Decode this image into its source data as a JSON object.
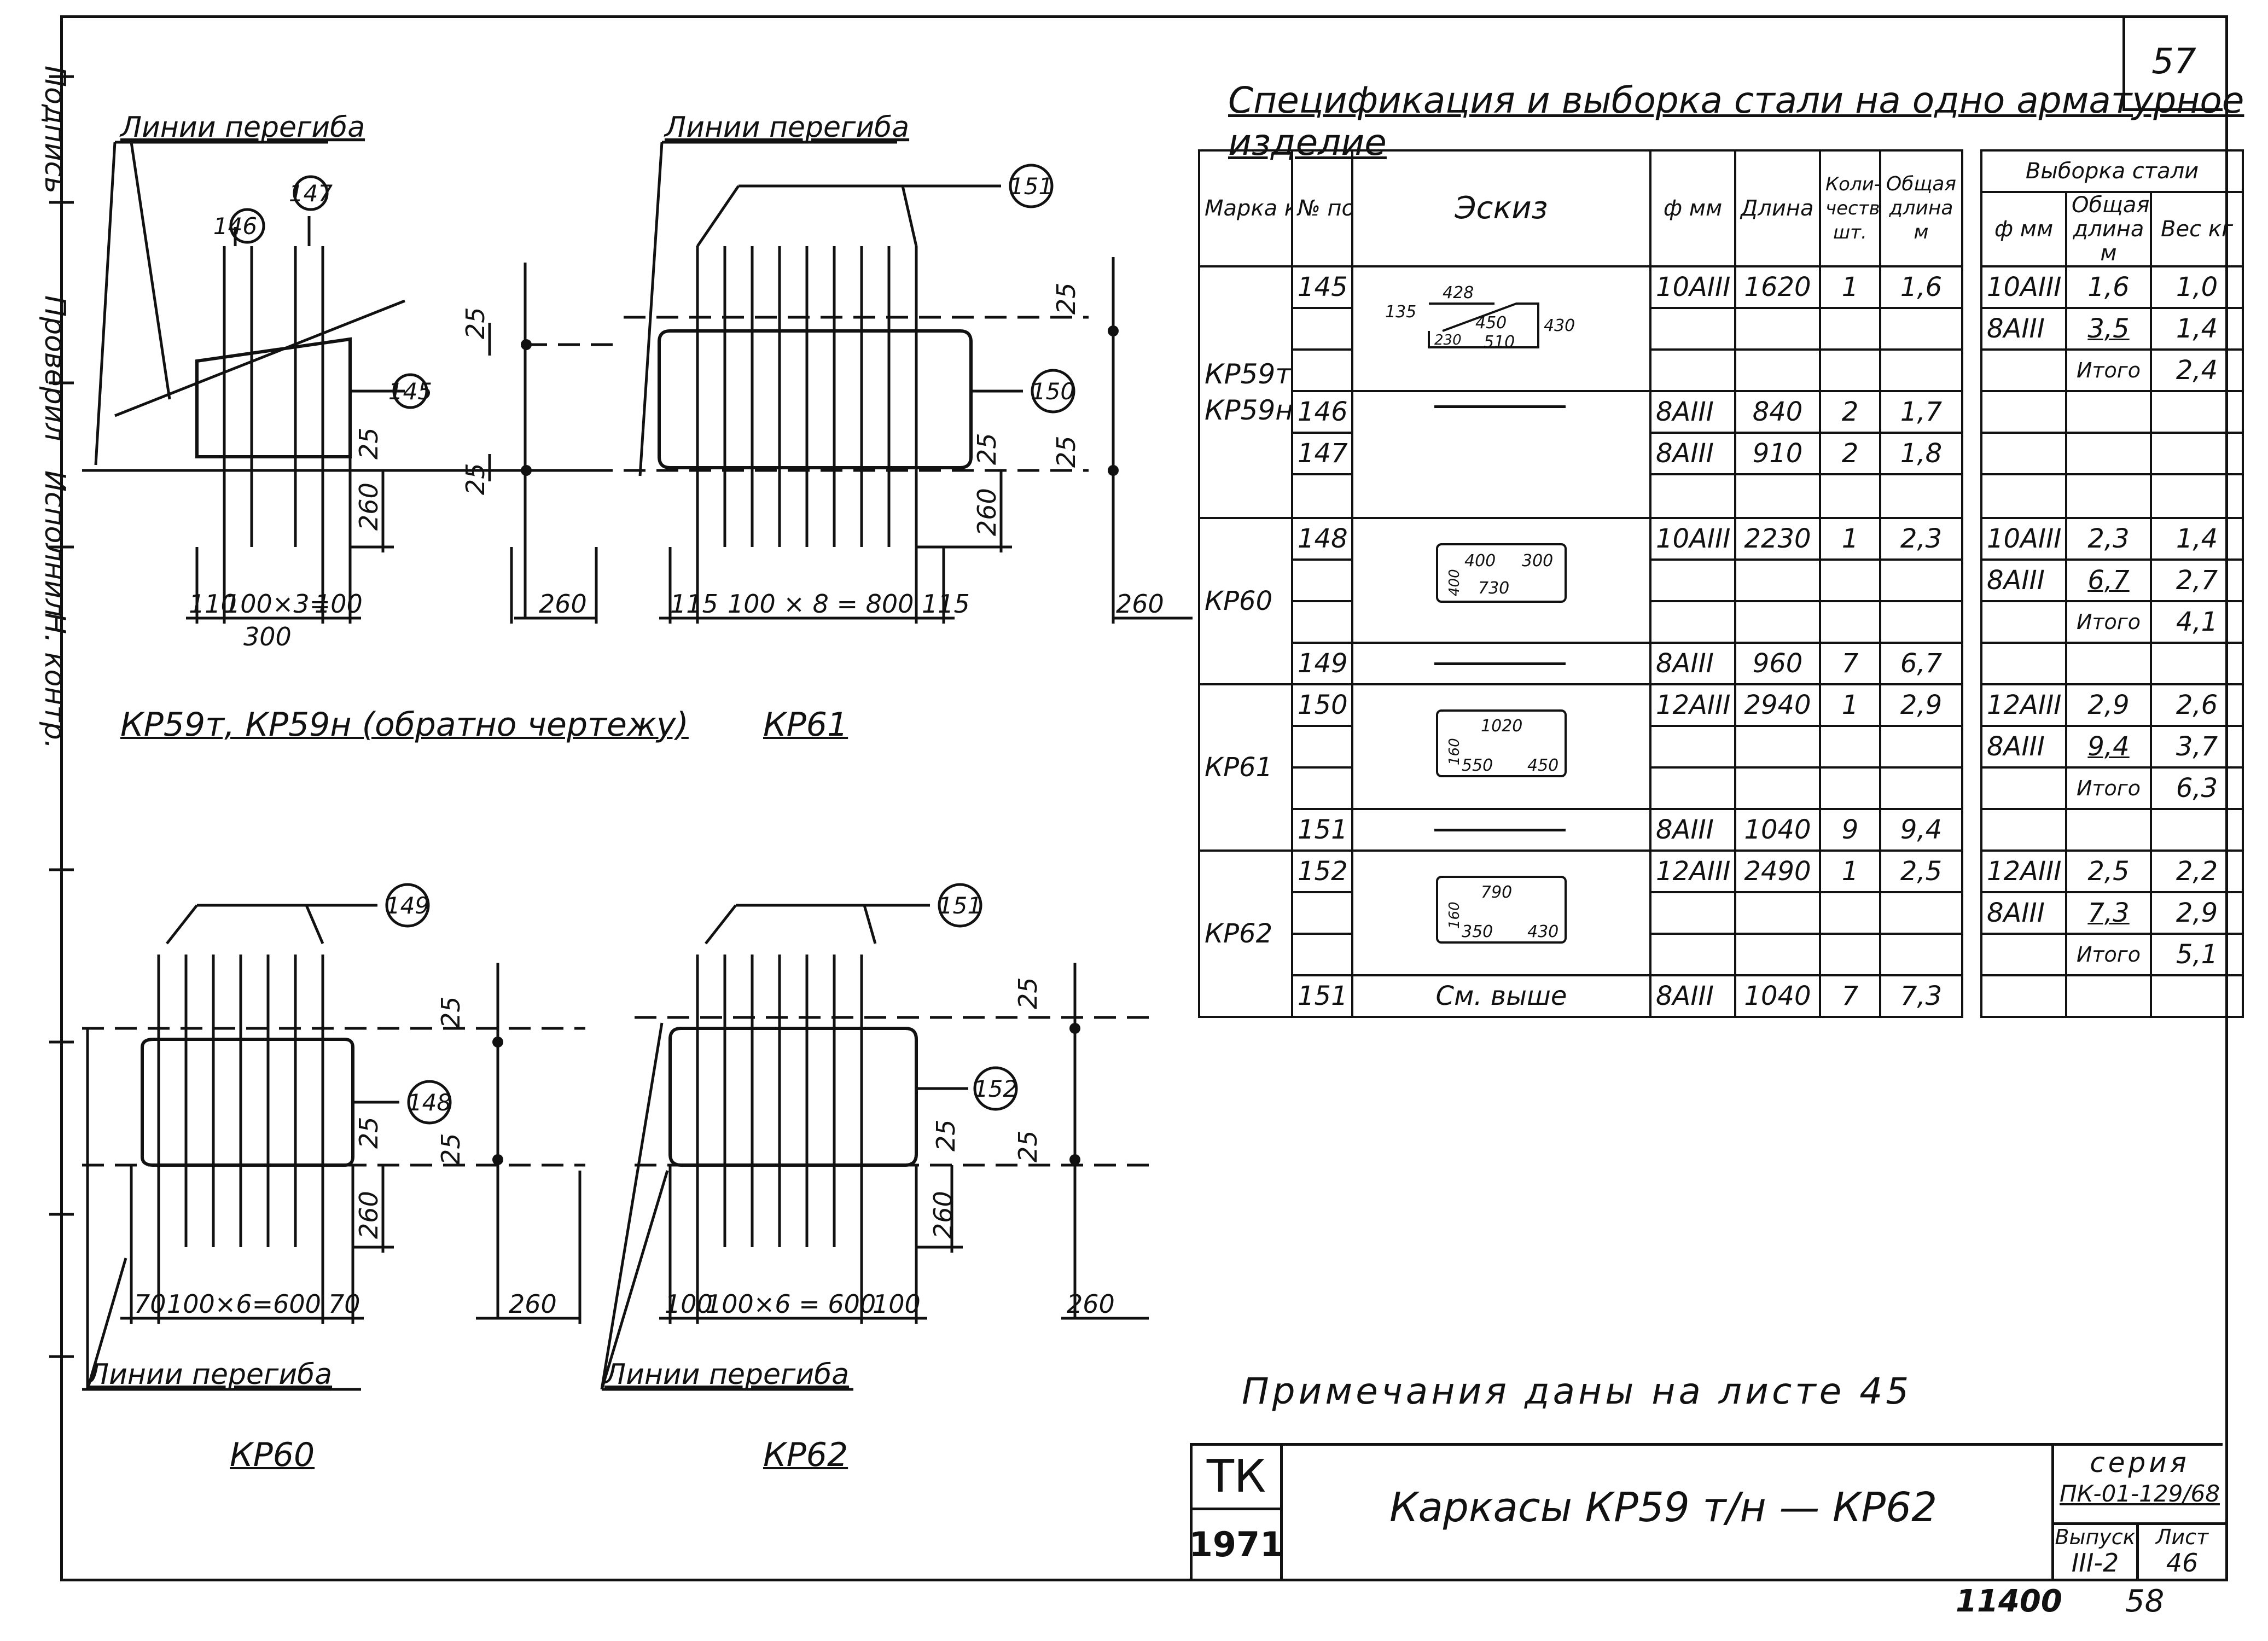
{
  "side_strip": {
    "labels": [
      "Подпись",
      "Проверил",
      "Исполнил",
      "Н. контр."
    ]
  },
  "page_number": "57",
  "spec": {
    "title": "Спецификация и выборка стали на одно арматурное изделие",
    "headers": {
      "mark": "Марка каркаса",
      "pos": "№ поз.",
      "sketch": "Эскиз",
      "dia": "ф мм",
      "length": "Длина мм",
      "qty": "Коли- чество шт.",
      "total_len": "Общая длина м",
      "selection": "Выборка стали",
      "sel_dia": "ф мм",
      "sel_total": "Общая длина м",
      "sel_weight": "Вес кг"
    },
    "groups": [
      {
        "mark": "КР59т КР59н",
        "rows": [
          {
            "pos": "145",
            "sketch": "shape145",
            "dia": "10AIII",
            "len": "1620",
            "qty": "1",
            "total": "1,6",
            "sdia": "10AIII",
            "stot": "1,6",
            "sw": "1,0"
          },
          {
            "pos": "",
            "sketch": "",
            "dia": "",
            "len": "",
            "qty": "",
            "total": "",
            "sdia": "8AIII",
            "stot": "3,5",
            "sw": "1,4"
          },
          {
            "pos": "",
            "sketch": "",
            "dia": "",
            "len": "",
            "qty": "",
            "total": "",
            "sdia": "",
            "stot": "Итого",
            "sw": "2,4"
          },
          {
            "pos": "146",
            "sketch": "line",
            "dia": "8AIII",
            "len": "840",
            "qty": "2",
            "total": "1,7",
            "sdia": "",
            "stot": "",
            "sw": ""
          },
          {
            "pos": "147",
            "sketch": "",
            "dia": "8AIII",
            "len": "910",
            "qty": "2",
            "total": "1,8",
            "sdia": "",
            "stot": "",
            "sw": ""
          },
          {
            "pos": "",
            "sketch": "",
            "dia": "",
            "len": "",
            "qty": "",
            "total": "",
            "sdia": "",
            "stot": "",
            "sw": ""
          }
        ]
      },
      {
        "mark": "КР60",
        "rows": [
          {
            "pos": "148",
            "sketch": "rect148",
            "dia": "10AIII",
            "len": "2230",
            "qty": "1",
            "total": "2,3",
            "sdia": "10AIII",
            "stot": "2,3",
            "sw": "1,4"
          },
          {
            "pos": "",
            "sketch": "",
            "dia": "",
            "len": "",
            "qty": "",
            "total": "",
            "sdia": "8AIII",
            "stot": "6,7",
            "sw": "2,7"
          },
          {
            "pos": "",
            "sketch": "",
            "dia": "",
            "len": "",
            "qty": "",
            "total": "",
            "sdia": "",
            "stot": "Итого",
            "sw": "4,1"
          },
          {
            "pos": "149",
            "sketch": "line",
            "dia": "8AIII",
            "len": "960",
            "qty": "7",
            "total": "6,7",
            "sdia": "",
            "stot": "",
            "sw": ""
          }
        ]
      },
      {
        "mark": "КР61",
        "rows": [
          {
            "pos": "150",
            "sketch": "rect150",
            "dia": "12AIII",
            "len": "2940",
            "qty": "1",
            "total": "2,9",
            "sdia": "12AIII",
            "stot": "2,9",
            "sw": "2,6"
          },
          {
            "pos": "",
            "sketch": "",
            "dia": "",
            "len": "",
            "qty": "",
            "total": "",
            "sdia": "8AIII",
            "stot": "9,4",
            "sw": "3,7"
          },
          {
            "pos": "",
            "sketch": "",
            "dia": "",
            "len": "",
            "qty": "",
            "total": "",
            "sdia": "",
            "stot": "Итого",
            "sw": "6,3"
          },
          {
            "pos": "151",
            "sketch": "line",
            "dia": "8AIII",
            "len": "1040",
            "qty": "9",
            "total": "9,4",
            "sdia": "",
            "stot": "",
            "sw": ""
          }
        ]
      },
      {
        "mark": "КР62",
        "rows": [
          {
            "pos": "152",
            "sketch": "rect152",
            "dia": "12AIII",
            "len": "2490",
            "qty": "1",
            "total": "2,5",
            "sdia": "12AIII",
            "stot": "2,5",
            "sw": "2,2"
          },
          {
            "pos": "",
            "sketch": "",
            "dia": "",
            "len": "",
            "qty": "",
            "total": "",
            "sdia": "8AIII",
            "stot": "7,3",
            "sw": "2,9"
          },
          {
            "pos": "",
            "sketch": "",
            "dia": "",
            "len": "",
            "qty": "",
            "total": "",
            "sdia": "",
            "stot": "Итого",
            "sw": "5,1"
          },
          {
            "pos": "151",
            "sketch": "text",
            "dia": "8AIII",
            "len": "1040",
            "qty": "7",
            "total": "7,3",
            "sdia": "",
            "stot": "",
            "sw": ""
          }
        ]
      }
    ],
    "sketch_text_151": "См. выше",
    "sketch145": {
      "a": "428",
      "b": "135",
      "c": "230",
      "d": "450",
      "e": "510",
      "f": "430"
    },
    "sketch148": {
      "a": "400",
      "b": "300",
      "c": "400",
      "d": "730"
    },
    "sketch150": {
      "a": "1020",
      "b": "160",
      "c": "550",
      "d": "450"
    },
    "sketch152": {
      "a": "790",
      "b": "160",
      "c": "350",
      "d": "430"
    }
  },
  "drawings": {
    "bend_lines": "Линии перегиба",
    "kp59": {
      "caption": "КР59т, КР59н (обратно чертежу)",
      "pos": [
        "146",
        "147",
        "145"
      ],
      "dims": [
        "110",
        "100×3=",
        "100",
        "300",
        "25",
        "260",
        "25",
        "25",
        "260"
      ]
    },
    "kp61": {
      "caption": "КР61",
      "pos": [
        "151",
        "150"
      ],
      "dims": [
        "115",
        "100 × 8 = 800",
        "115",
        "25",
        "25",
        "25",
        "260",
        "260"
      ]
    },
    "kp60": {
      "caption": "КР60",
      "pos": [
        "149",
        "148"
      ],
      "dims": [
        "70",
        "100×6=600",
        "70",
        "25",
        "25",
        "25",
        "260",
        "260"
      ]
    },
    "kp62": {
      "caption": "КР62",
      "pos": [
        "151",
        "152"
      ],
      "dims": [
        "100",
        "100×6 = 600",
        "100",
        "25",
        "25",
        "25",
        "260",
        "260"
      ]
    }
  },
  "notes": "Примечания даны на листе 45",
  "title_block": {
    "org": "ТК",
    "year": "1971",
    "title": "Каркасы КР59 т/н — КР62",
    "series_label": "серия",
    "series_value": "ПК-01-129/68",
    "issue_label": "Выпуск",
    "issue_value": "III-2",
    "sheet_label": "Лист",
    "sheet_value": "46"
  },
  "footer": {
    "code": "11400",
    "num": "58"
  }
}
